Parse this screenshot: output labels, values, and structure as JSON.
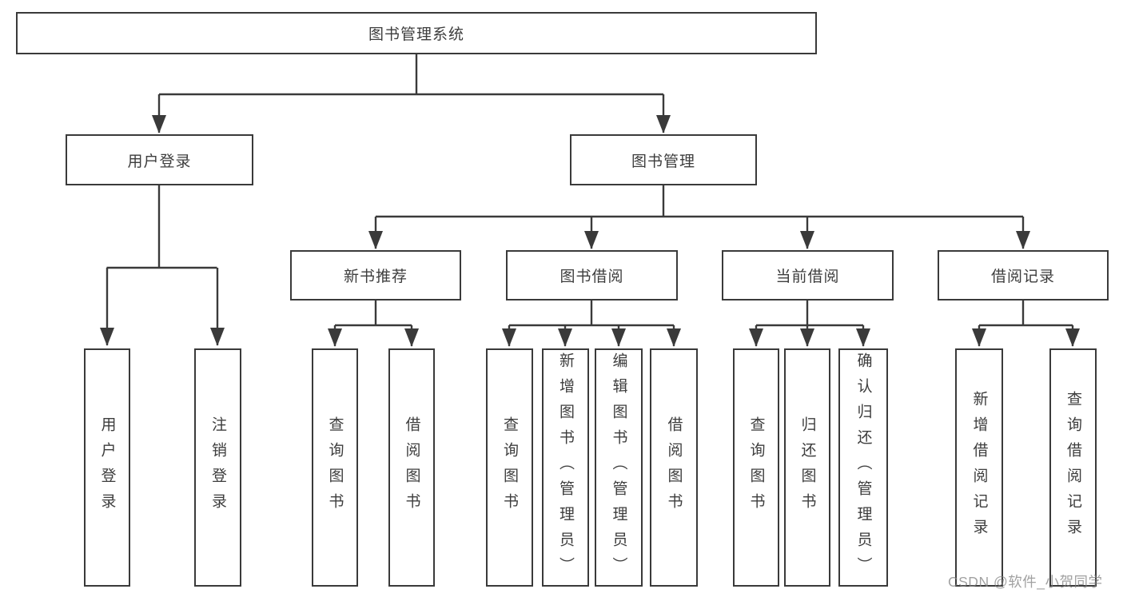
{
  "tree": {
    "label": "图书管理系统",
    "children": [
      {
        "label": "用户登录",
        "children": [
          {
            "label": "用户登录"
          },
          {
            "label": "注销登录"
          }
        ]
      },
      {
        "label": "图书管理",
        "children": [
          {
            "label": "新书推荐",
            "children": [
              {
                "label": "查询图书"
              },
              {
                "label": "借阅图书"
              }
            ]
          },
          {
            "label": "图书借阅",
            "children": [
              {
                "label": "查询图书"
              },
              {
                "label": "新增图书（管理员）"
              },
              {
                "label": "编辑图书（管理员）"
              },
              {
                "label": "借阅图书"
              }
            ]
          },
          {
            "label": "当前借阅",
            "children": [
              {
                "label": "查询图书"
              },
              {
                "label": "归还图书"
              },
              {
                "label": "确认归还（管理员）"
              }
            ]
          },
          {
            "label": "借阅记录",
            "children": [
              {
                "label": "新增借阅记录"
              },
              {
                "label": "查询借阅记录"
              }
            ]
          }
        ]
      }
    ]
  },
  "watermark": "CSDN @软件_小贺同学",
  "colors": {
    "line": "#3a3a3a",
    "box_border": "#3a3a3a",
    "box_fill": "#ffffff",
    "text": "#3d3d3d",
    "watermark": "#828282",
    "background": "#ffffff"
  }
}
